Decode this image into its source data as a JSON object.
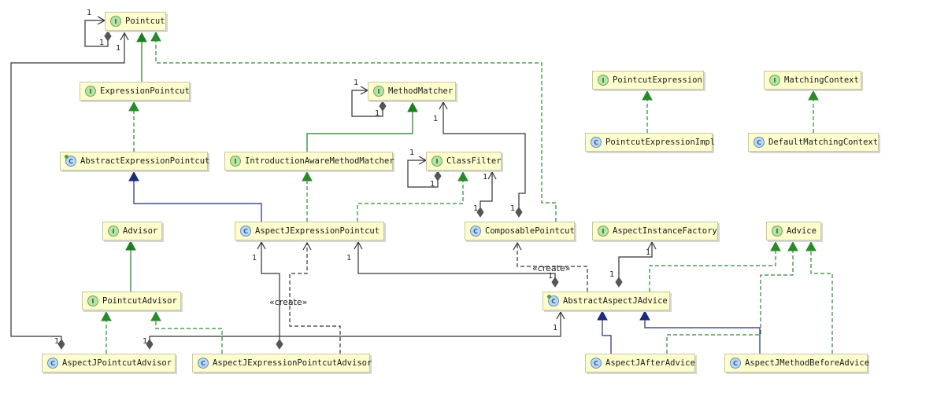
{
  "nodes": [
    {
      "id": "pointcut",
      "label": "Pointcut",
      "kind": "interface",
      "badge": "I"
    },
    {
      "id": "expression_pointcut",
      "label": "ExpressionPointcut",
      "kind": "interface",
      "badge": "I"
    },
    {
      "id": "abstract_expression_pointcut",
      "label": "AbstractExpressionPointcut",
      "kind": "abstract",
      "badge": "C"
    },
    {
      "id": "method_matcher",
      "label": "MethodMatcher",
      "kind": "interface",
      "badge": "I"
    },
    {
      "id": "introduction_aware_method_matcher",
      "label": "IntroductionAwareMethodMatcher",
      "kind": "interface",
      "badge": "I"
    },
    {
      "id": "class_filter",
      "label": "ClassFilter",
      "kind": "interface",
      "badge": "I"
    },
    {
      "id": "pointcut_expression",
      "label": "PointcutExpression",
      "kind": "interface",
      "badge": "I"
    },
    {
      "id": "pointcut_expression_impl",
      "label": "PointcutExpressionImpl",
      "kind": "class",
      "badge": "C"
    },
    {
      "id": "matching_context",
      "label": "MatchingContext",
      "kind": "interface",
      "badge": "I"
    },
    {
      "id": "default_matching_context",
      "label": "DefaultMatchingContext",
      "kind": "class",
      "badge": "C"
    },
    {
      "id": "advisor",
      "label": "Advisor",
      "kind": "interface",
      "badge": "I"
    },
    {
      "id": "aspectj_expression_pointcut",
      "label": "AspectJExpressionPointcut",
      "kind": "class",
      "badge": "C"
    },
    {
      "id": "composable_pointcut",
      "label": "ComposablePointcut",
      "kind": "class",
      "badge": "C"
    },
    {
      "id": "aspect_instance_factory",
      "label": "AspectInstanceFactory",
      "kind": "interface",
      "badge": "I"
    },
    {
      "id": "advice",
      "label": "Advice",
      "kind": "interface",
      "badge": "I"
    },
    {
      "id": "pointcut_advisor",
      "label": "PointcutAdvisor",
      "kind": "interface",
      "badge": "I"
    },
    {
      "id": "abstract_aspectj_advice",
      "label": "AbstractAspectJAdvice",
      "kind": "abstract",
      "badge": "C"
    },
    {
      "id": "aspectj_pointcut_advisor",
      "label": "AspectJPointcutAdvisor",
      "kind": "class",
      "badge": "C"
    },
    {
      "id": "aspectj_expression_pointcut_advisor",
      "label": "AspectJExpressionPointcutAdvisor",
      "kind": "class",
      "badge": "C"
    },
    {
      "id": "aspectj_after_advice",
      "label": "AspectJAfterAdvice",
      "kind": "class",
      "badge": "C"
    },
    {
      "id": "aspectj_method_before_advice",
      "label": "AspectJMethodBeforeAdvice",
      "kind": "class",
      "badge": "C"
    }
  ],
  "edges": [
    {
      "id": "expr-pc-extends-pointcut",
      "type": "extends",
      "from": "expression_pointcut",
      "to": "pointcut"
    },
    {
      "id": "abs-expr-impl-expr-pc",
      "type": "implements",
      "from": "abstract_expression_pointcut",
      "to": "expression_pointcut"
    },
    {
      "id": "aspectj-expr-pc-extends-abs",
      "type": "class-extends",
      "from": "aspectj_expression_pointcut",
      "to": "abstract_expression_pointcut"
    },
    {
      "id": "aspectj-expr-pc-impl-intro",
      "type": "implements",
      "from": "aspectj_expression_pointcut",
      "to": "introduction_aware_method_matcher"
    },
    {
      "id": "aspectj-expr-pc-impl-classfilter",
      "type": "implements",
      "from": "aspectj_expression_pointcut",
      "to": "class_filter"
    },
    {
      "id": "intro-extends-method-matcher",
      "type": "extends",
      "from": "introduction_aware_method_matcher",
      "to": "method_matcher"
    },
    {
      "id": "pc-expr-impl-impl",
      "type": "implements",
      "from": "pointcut_expression_impl",
      "to": "pointcut_expression"
    },
    {
      "id": "default-mc-impl",
      "type": "implements",
      "from": "default_matching_context",
      "to": "matching_context"
    },
    {
      "id": "pointcut-advisor-extends-advisor",
      "type": "extends",
      "from": "pointcut_advisor",
      "to": "advisor"
    },
    {
      "id": "aspectj-pc-advisor-impl",
      "type": "implements",
      "from": "aspectj_pointcut_advisor",
      "to": "pointcut_advisor"
    },
    {
      "id": "aspectj-expr-pc-advisor-impl",
      "type": "implements",
      "from": "aspectj_expression_pointcut_advisor",
      "to": "pointcut_advisor"
    },
    {
      "id": "composable-impl-pointcut",
      "type": "implements",
      "from": "composable_pointcut",
      "to": "pointcut"
    },
    {
      "id": "after-advice-extends",
      "type": "class-extends",
      "from": "aspectj_after_advice",
      "to": "abstract_aspectj_advice"
    },
    {
      "id": "before-advice-extends",
      "type": "class-extends",
      "from": "aspectj_method_before_advice",
      "to": "abstract_aspectj_advice"
    },
    {
      "id": "abs-advice-impl-advice",
      "type": "implements",
      "from": "abstract_aspectj_advice",
      "to": "advice"
    },
    {
      "id": "after-advice-impl-advice",
      "type": "implements",
      "from": "aspectj_after_advice",
      "to": "advice"
    },
    {
      "id": "before-advice-impl-advice",
      "type": "implements",
      "from": "aspectj_method_before_advice",
      "to": "advice"
    },
    {
      "id": "pointcut-self-assoc",
      "type": "composition",
      "from": "pointcut",
      "to": "pointcut"
    },
    {
      "id": "method-matcher-self-assoc",
      "type": "composition",
      "from": "method_matcher",
      "to": "method_matcher"
    },
    {
      "id": "class-filter-self-assoc",
      "type": "composition",
      "from": "class_filter",
      "to": "class_filter"
    },
    {
      "id": "composable-to-classfilter",
      "type": "composition",
      "from": "composable_pointcut",
      "to": "class_filter"
    },
    {
      "id": "composable-to-method-matcher",
      "type": "composition",
      "from": "composable_pointcut",
      "to": "method_matcher"
    },
    {
      "id": "abs-advice-to-aspect-factory",
      "type": "composition",
      "from": "abstract_aspectj_advice",
      "to": "aspect_instance_factory"
    },
    {
      "id": "abs-advice-to-aspectj-expr-pc",
      "type": "composition",
      "from": "abstract_aspectj_advice",
      "to": "aspectj_expression_pointcut"
    },
    {
      "id": "abs-advice-creates-composable",
      "type": "create",
      "from": "abstract_aspectj_advice",
      "to": "composable_pointcut"
    },
    {
      "id": "aspectj-pc-advisor-to-pointcut",
      "type": "composition",
      "from": "aspectj_pointcut_advisor",
      "to": "pointcut"
    },
    {
      "id": "aspectj-pc-advisor-to-abs-advice",
      "type": "composition",
      "from": "aspectj_pointcut_advisor",
      "to": "abstract_aspectj_advice"
    },
    {
      "id": "aspectj-expr-pc-advisor-to-pc",
      "type": "composition",
      "from": "aspectj_expression_pointcut_advisor",
      "to": "aspectj_expression_pointcut"
    },
    {
      "id": "aspectj-expr-pc-advisor-creates-pc",
      "type": "create",
      "from": "aspectj_expression_pointcut_advisor",
      "to": "aspectj_expression_pointcut"
    }
  ],
  "multiplicity_label": "1",
  "create_label": "«create»",
  "colors": {
    "node_fill": "#fdfdcd",
    "extends_green": "#1e7d1e",
    "implements_green": "#2a8a2a",
    "class_extends_navy": "#1f2a7a",
    "association_gray": "#333333",
    "diamond_gray": "#555555"
  }
}
